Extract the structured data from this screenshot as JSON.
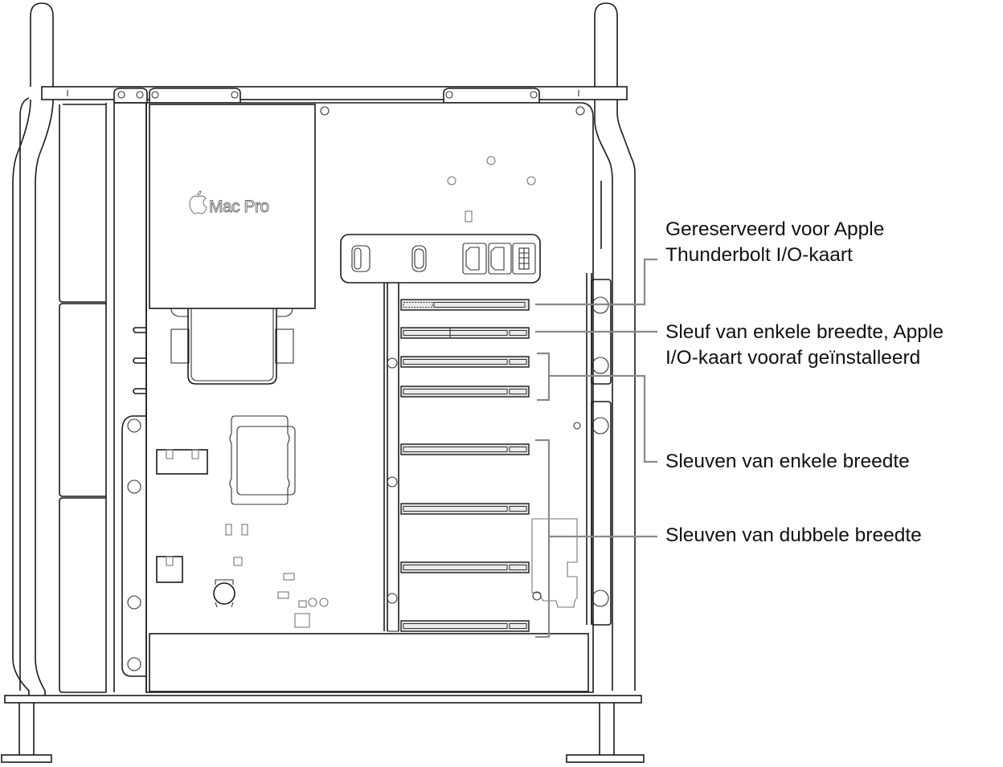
{
  "diagram": {
    "subject": "Mac Pro interior, side view",
    "brand_label": "Mac Pro",
    "brand_logo": "apple-logo-icon",
    "callouts": [
      {
        "id": "thunderbolt",
        "lines": [
          "Gereserveerd voor Apple",
          "Thunderbolt I/O-kaart"
        ]
      },
      {
        "id": "apple-io",
        "lines": [
          "Sleuf van enkele breedte, Apple",
          "I/O-kaart vooraf geïnstalleerd"
        ]
      },
      {
        "id": "single-width",
        "lines": [
          "Sleuven van enkele breedte"
        ]
      },
      {
        "id": "double-width",
        "lines": [
          "Sleuven van dubbele breedte"
        ]
      }
    ],
    "io_ports": [
      "usb-a-port-icon",
      "usb-c-port-icon",
      "sata-port-icon",
      "sata-port-icon",
      "power-header-icon"
    ],
    "pcie_slot_count": 8,
    "colors": {
      "line": "#1a1a1a",
      "callout": "#8a8a8a",
      "slot_fill": "#e2e2e2"
    }
  }
}
